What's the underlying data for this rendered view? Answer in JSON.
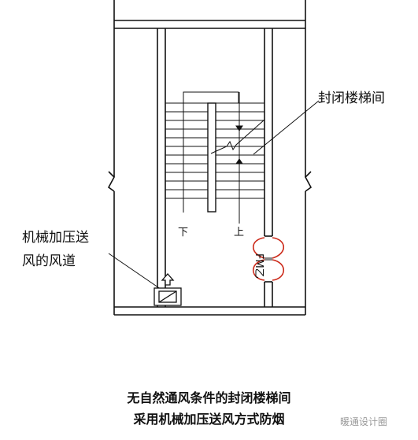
{
  "labels": {
    "enclosed_stair": "封闭楼梯间",
    "duct_line1": "机械加压送",
    "duct_line2": "风的风道",
    "down": "下",
    "up": "上",
    "door_code": "FM乙"
  },
  "caption": {
    "line1": "无自然通风条件的封闭楼梯间",
    "line2": "采用机械加压送风方式防烟"
  },
  "watermark": "暖通设计圈",
  "colors": {
    "line": "#111111",
    "door_arc": "#cc2a1a",
    "watermark": "#9a9a9a"
  }
}
